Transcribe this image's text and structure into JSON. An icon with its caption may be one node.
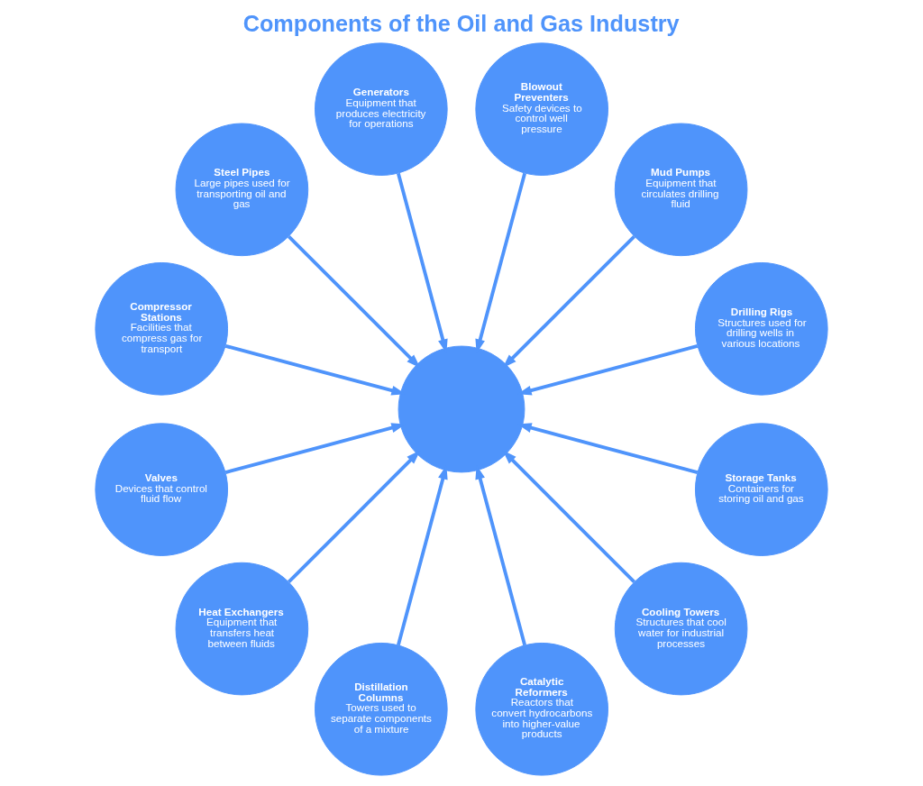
{
  "diagram": {
    "title": "Components of the Oil and Gas Industry",
    "nodes": [
      {
        "text": [],
        "shape": "circle"
      },
      {
        "text": [
          "Drilling Rigs",
          "Structures used for drilling wells in various locations"
        ]
      },
      {
        "text": [
          "Mud Pumps",
          "Equipment that circulates drilling fluid"
        ]
      },
      {
        "text": [
          "Blowout Preventers",
          "Safety devices to control well pressure"
        ]
      },
      {
        "text": [
          "Generators",
          "Equipment that produces electricity for operations"
        ]
      },
      {
        "text": [
          "Steel Pipes",
          "Large pipes used for transporting oil and gas"
        ]
      },
      {
        "text": [
          "Compressor Stations",
          "Facilities that compress gas for transport"
        ]
      },
      {
        "text": [
          "Valves",
          "Devices that control fluid flow"
        ]
      },
      {
        "text": [
          "Heat Exchangers",
          "Equipment that transfers heat between fluids"
        ]
      },
      {
        "text": [
          "Distillation Columns",
          "Towers used to separate components of a mixture"
        ]
      },
      {
        "text": [
          "Catalytic Reformers",
          "Reactors that convert hydrocarbons into higher-value products"
        ]
      },
      {
        "text": [
          "Cooling Towers",
          "Structures that cool water for industrial processes"
        ]
      },
      {
        "text": [
          "Storage Tanks",
          "Containers for storing oil and gas"
        ]
      }
    ],
    "edges": [
      {
        "from": 1,
        "to": 0,
        "arrow": "to"
      },
      {
        "from": 2,
        "to": 0,
        "arrow": "to"
      },
      {
        "from": 3,
        "to": 0,
        "arrow": "to"
      },
      {
        "from": 4,
        "to": 0,
        "arrow": "to"
      },
      {
        "from": 5,
        "to": 0,
        "arrow": "to"
      },
      {
        "from": 6,
        "to": 0,
        "arrow": "to"
      },
      {
        "from": 7,
        "to": 0,
        "arrow": "to"
      },
      {
        "from": 8,
        "to": 0,
        "arrow": "to"
      },
      {
        "from": 9,
        "to": 0,
        "arrow": "to"
      },
      {
        "from": 10,
        "to": 0,
        "arrow": "to"
      },
      {
        "from": 11,
        "to": 0,
        "arrow": "to"
      },
      {
        "from": 12,
        "to": 0,
        "arrow": "to"
      }
    ]
  }
}
